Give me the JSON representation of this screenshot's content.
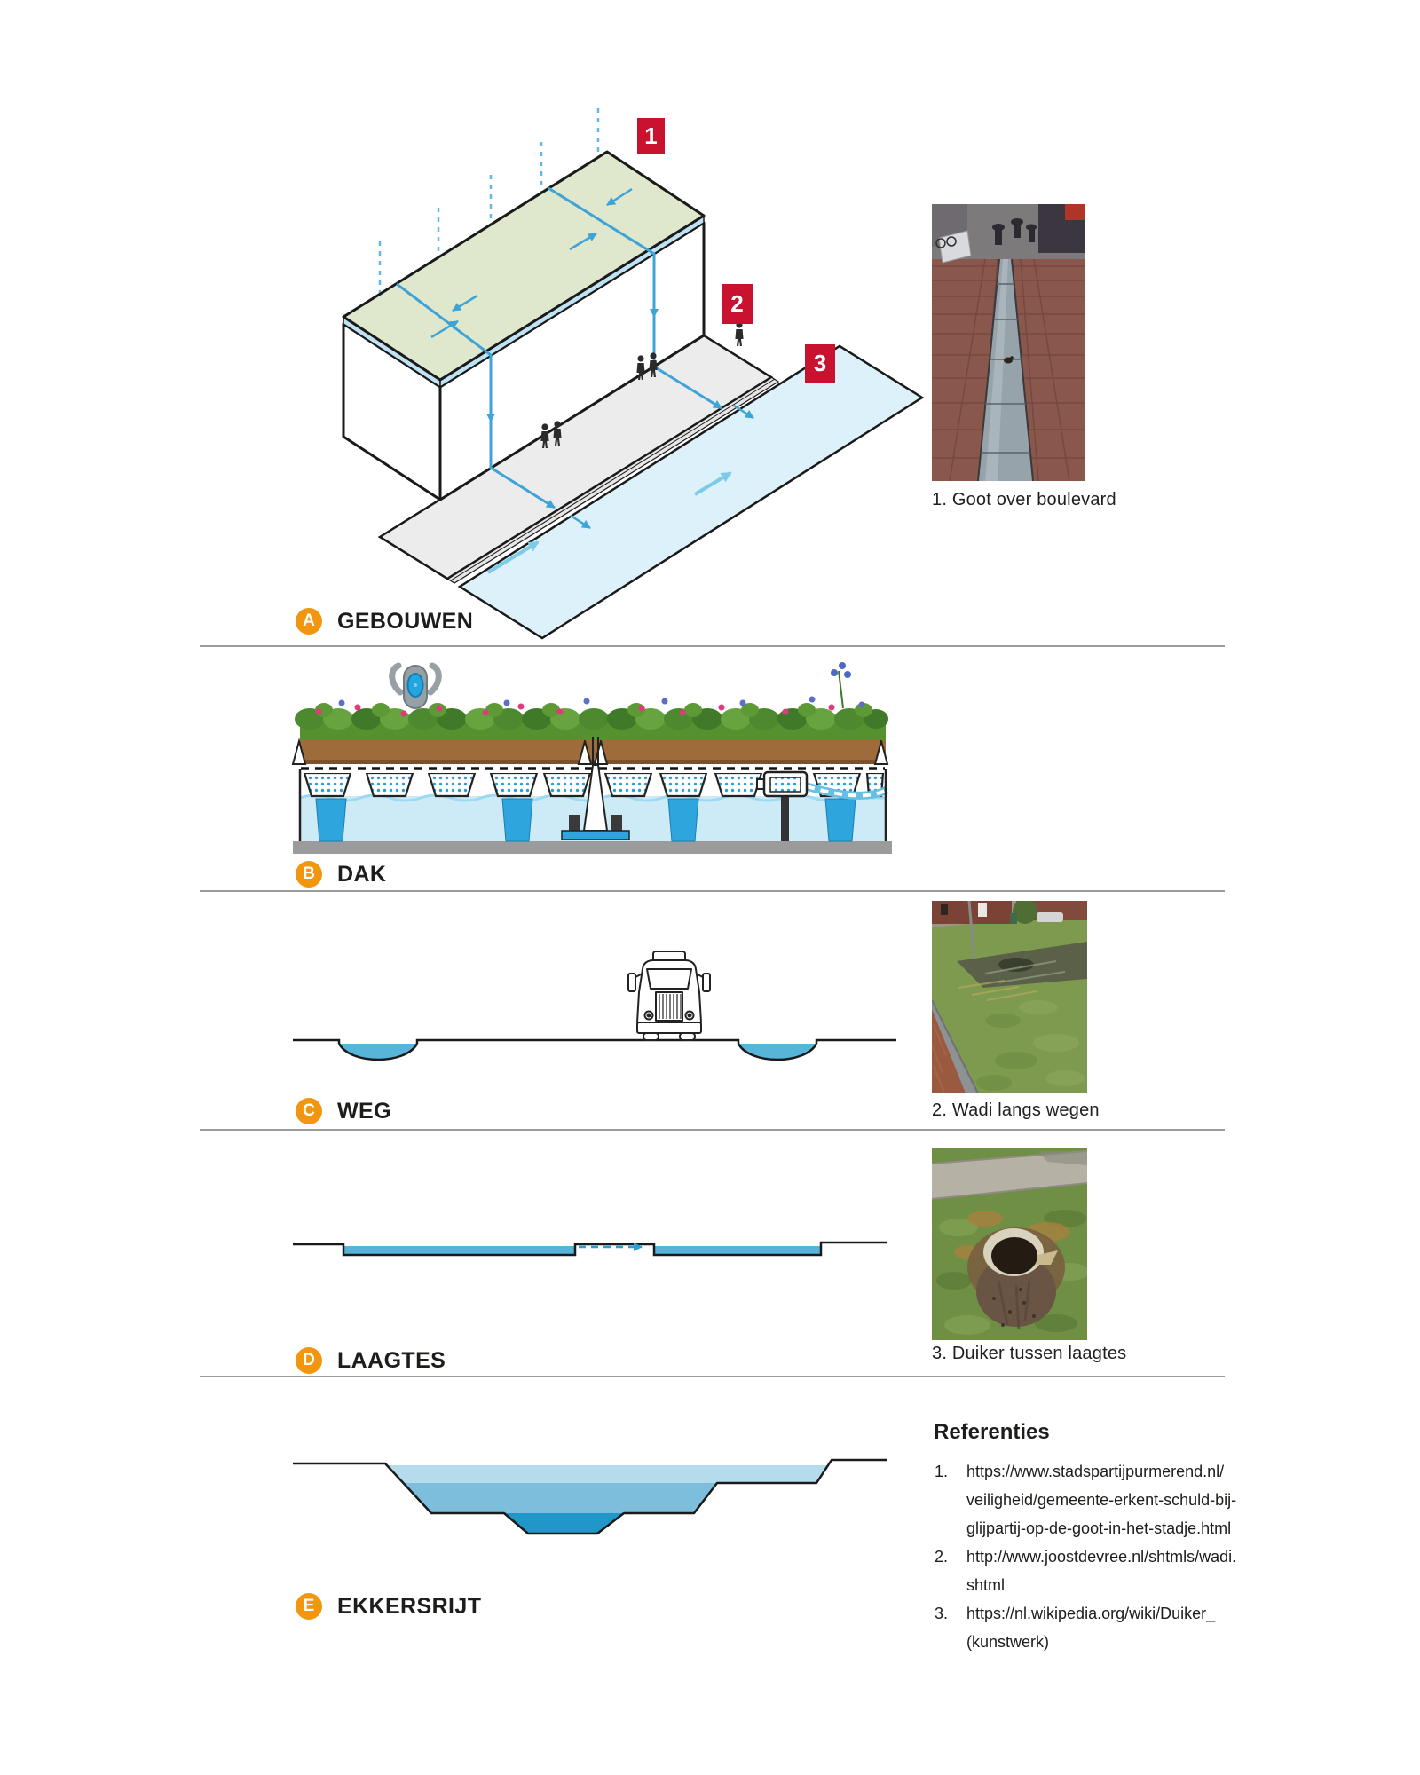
{
  "legend_sections": [
    {
      "letter": "A",
      "label": "GEBOUWEN"
    },
    {
      "letter": "B",
      "label": "DAK"
    },
    {
      "letter": "C",
      "label": "WEG"
    },
    {
      "letter": "D",
      "label": "LAAGTES"
    },
    {
      "letter": "E",
      "label": "EKKERSRIJT"
    }
  ],
  "badges": [
    {
      "number": "1"
    },
    {
      "number": "2"
    },
    {
      "number": "3"
    }
  ],
  "photos": [
    {
      "caption": "1. Goot over boulevard"
    },
    {
      "caption": "2. Wadi langs wegen"
    },
    {
      "caption": "3. Duiker tussen laagtes"
    }
  ],
  "references": {
    "title": "Referenties",
    "items": [
      {
        "number": "1.",
        "lines": [
          "https://www.stadspartijpurmerend.nl/",
          "veiligheid/gemeente-erkent-schuld-bij-",
          "glijpartij-op-de-goot-in-het-stadje.html"
        ]
      },
      {
        "number": "2.",
        "lines": [
          "http://www.joostdevree.nl/shtmls/wadi.",
          "shtml"
        ]
      },
      {
        "number": "3.",
        "lines": [
          "https://nl.wikipedia.org/wiki/Duiker_",
          "(kunstwerk)"
        ]
      }
    ]
  },
  "colors": {
    "badge_red": "#C9122F",
    "marker_orange": "#F3960F",
    "flow_blue": "#3EA4D8",
    "rain_blue": "#63B9E3",
    "water_surface": "#DDF1FA",
    "roof_green": "#DFE8CC",
    "wadi_blue": "#57B5D9",
    "basin_light": "#B5DCEC",
    "basin_mid": "#7CBEDB",
    "basin_dark": "#2196C9",
    "divider_gray": "#9C9C9C"
  }
}
